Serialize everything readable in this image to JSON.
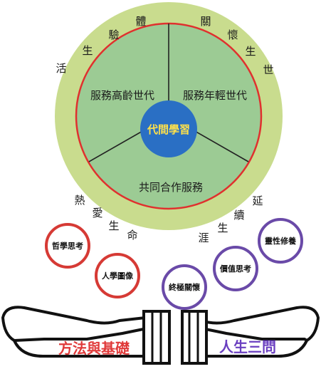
{
  "center": {
    "label": "代間學習"
  },
  "sectors": {
    "top_left": "服務高齡世代",
    "top_right": "服務年輕世代",
    "bottom": "共同合作服務"
  },
  "ring": {
    "top_left_chars": [
      "活",
      "生",
      "驗",
      "體"
    ],
    "top_right_chars": [
      "關",
      "懷",
      "生",
      "世"
    ],
    "bottom_left_chars": [
      "熱",
      "愛",
      "生",
      "命"
    ],
    "bottom_right_chars": [
      "延",
      "續",
      "生",
      "涯"
    ]
  },
  "bubbles": [
    {
      "label": "哲學思考",
      "color": "#d63a35"
    },
    {
      "label": "人學圖像",
      "color": "#d63a35"
    },
    {
      "label": "終極關懷",
      "color": "#6a4aa8"
    },
    {
      "label": "價值思考",
      "color": "#6a4aa8"
    },
    {
      "label": "靈性修養",
      "color": "#6a4aa8"
    }
  ],
  "hands": {
    "left_label": "方法與基礎",
    "right_label": "人生三問",
    "left_color": "#e03a3a",
    "right_color": "#6a3fc0"
  },
  "colors": {
    "outer_ring": "#c9dc8e",
    "inner_disc": "#9ccb94",
    "red_circle": "#e0302e",
    "center_blue": "#2a6fc4",
    "center_text": "#ffe14a"
  }
}
